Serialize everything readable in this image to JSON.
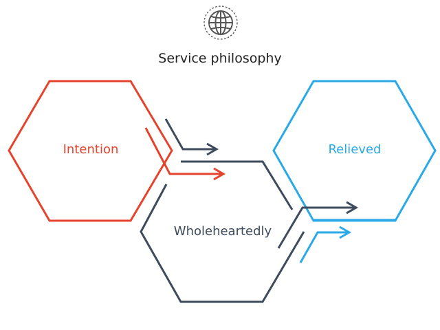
{
  "title": "Service philosophy",
  "header_icon": "globe-icon",
  "colors": {
    "intention": "#e5432d",
    "wholeheartedly": "#3d4b5c",
    "relieved": "#2aa9e6",
    "title": "#222222",
    "icon": "#555555"
  },
  "nodes": [
    {
      "id": "intention",
      "label": "Intention"
    },
    {
      "id": "wholeheartedly",
      "label": "Wholeheartedly"
    },
    {
      "id": "relieved",
      "label": "Relieved"
    }
  ]
}
